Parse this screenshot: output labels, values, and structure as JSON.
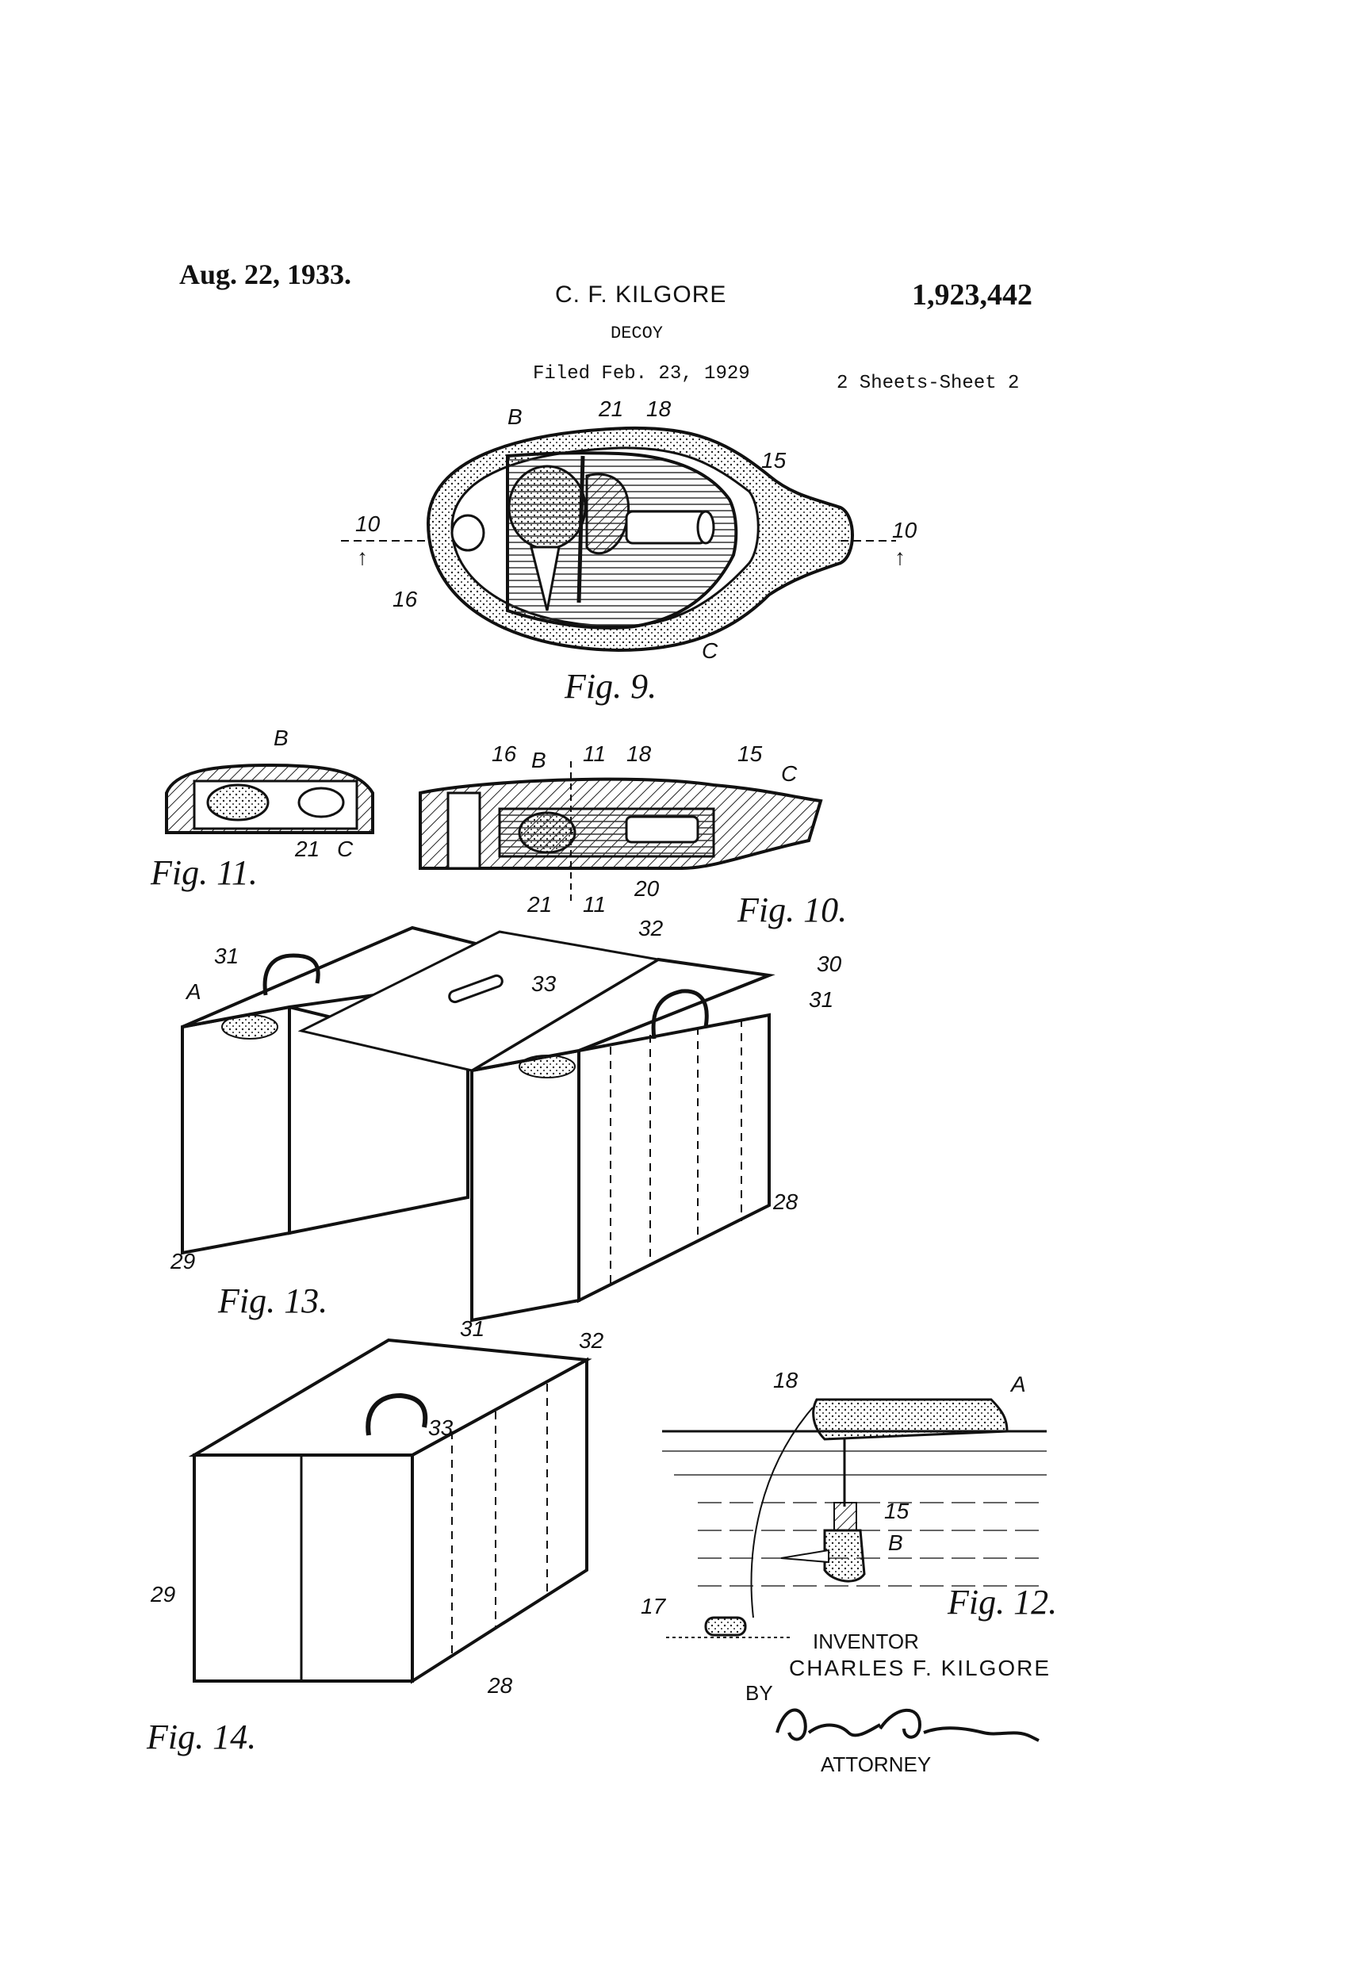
{
  "header": {
    "date": "Aug. 22, 1933.",
    "inventor": "C. F. KILGORE",
    "patent_number": "1,923,442",
    "title": "DECOY",
    "filed": "Filed Feb. 23, 1929",
    "sheets": "2 Sheets-Sheet 2"
  },
  "figures": {
    "fig9": {
      "caption": "Fig. 9.",
      "labels": [
        "B",
        "21",
        "18",
        "15",
        "10",
        "10",
        "16",
        "C"
      ]
    },
    "fig10": {
      "caption": "Fig. 10.",
      "labels": [
        "16",
        "B",
        "11",
        "18",
        "15",
        "C",
        "21",
        "11",
        "20"
      ]
    },
    "fig11": {
      "caption": "Fig. 11.",
      "labels": [
        "B",
        "21",
        "C"
      ]
    },
    "fig12": {
      "caption": "Fig. 12.",
      "labels": [
        "18",
        "A",
        "15",
        "B",
        "17"
      ]
    },
    "fig13": {
      "caption": "Fig. 13.",
      "labels": [
        "31",
        "32",
        "30",
        "A",
        "33",
        "31",
        "28",
        "29"
      ]
    },
    "fig14": {
      "caption": "Fig. 14.",
      "labels": [
        "31",
        "32",
        "33",
        "29",
        "28"
      ]
    }
  },
  "signature": {
    "inventor_label": "INVENTOR",
    "inventor_name": "CHARLES F. KILGORE",
    "by": "BY",
    "attorney_signature": "Andrew E. Carlson",
    "attorney_label": "ATTORNEY"
  }
}
